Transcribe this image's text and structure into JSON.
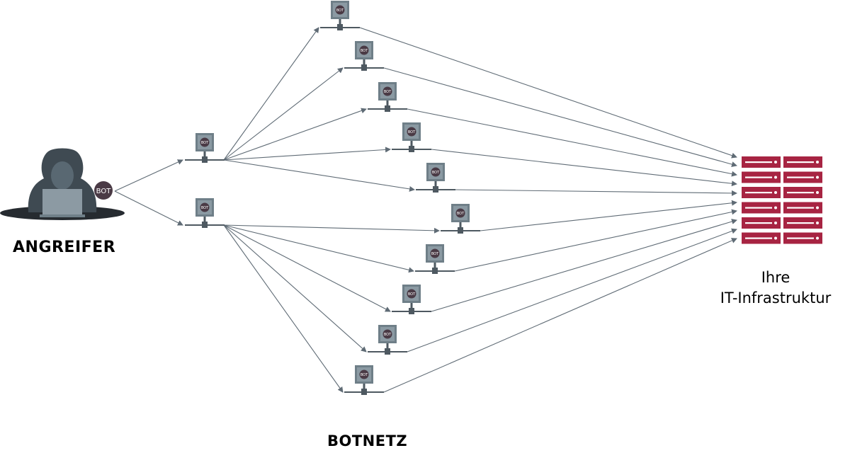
{
  "attacker": {
    "label": "ANGREIFER",
    "badge": "BOT"
  },
  "botnet": {
    "label": "BOTNETZ",
    "node_badge": "BOT",
    "tier1_count": 2,
    "tier2_count": 10
  },
  "target": {
    "label_line1": "Ihre",
    "label_line2": "IT-Infrastruktur"
  },
  "colors": {
    "arrow": "#5f6b75",
    "monitor": "#6f7f88",
    "monitor_screen": "#8b9aa3",
    "node_dark": "#4e5961",
    "bot_badge": "#4a3a45",
    "server": "#a72442",
    "attacker_hood": "#3f4a52",
    "attacker_shadow": "#262b30",
    "laptop": "#8c9aa3"
  },
  "icons": [
    "hacker-icon",
    "computer-icon",
    "server-rack-icon",
    "arrow-icon"
  ]
}
